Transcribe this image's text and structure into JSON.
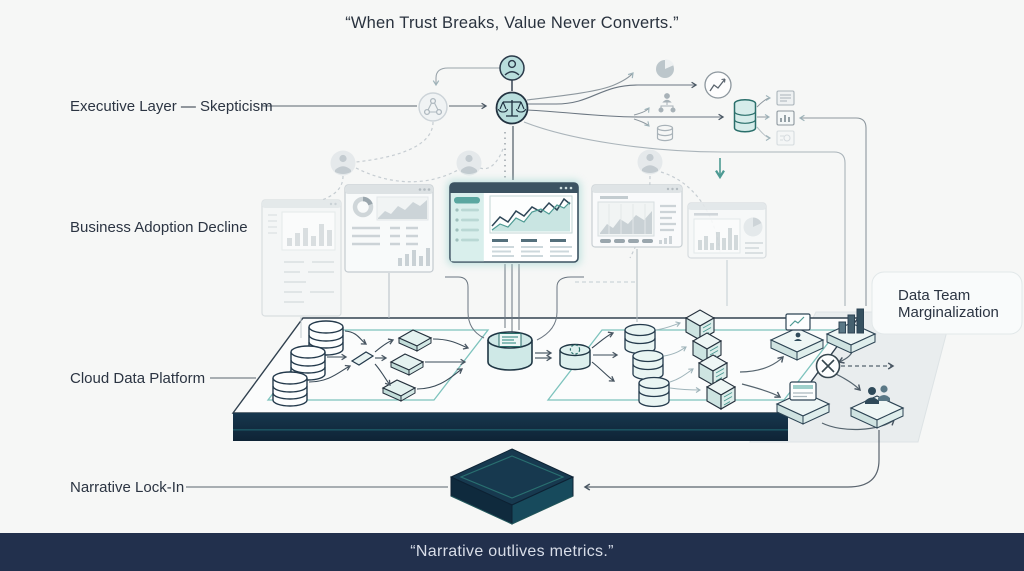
{
  "title": "“When Trust Breaks, Value Never Converts.”",
  "footer": {
    "quote": "“Narrative outlives metrics.”"
  },
  "labels": {
    "executive": "Executive Layer — Skepticism",
    "adoption": "Business Adoption Decline",
    "platform": "Cloud Data Platform",
    "lockin": "Narrative Lock-In",
    "data_team_line1": "Data Team",
    "data_team_line2": "Marginalization"
  },
  "colors": {
    "background": "#f6f7f6",
    "ink": "#2b3442",
    "accent_teal": "#4d9a93",
    "teal_fill": "#cfe9e7",
    "navy_platform": "#16344a",
    "ghost_gray": "#ccd3d8",
    "line_gray": "#6b7681",
    "footer_bg": "#22304d",
    "footer_text": "#d8dde8"
  },
  "icons": {
    "executive": "person-icon",
    "governance": "scales-icon",
    "process_node": "network-icon",
    "outcome_pie": "pie-chart-icon",
    "outcome_trend": "trend-chart-icon",
    "outcome_org": "org-chart-icon",
    "outcome_db": "database-icon",
    "warehouse_db": "database-icon",
    "report_list": "report-list-icon",
    "report_chart": "report-chart-icon",
    "report_kpi": "report-kpi-icon",
    "blocked": "crossed-circle-icon",
    "lockin": "sealed-box-icon"
  }
}
